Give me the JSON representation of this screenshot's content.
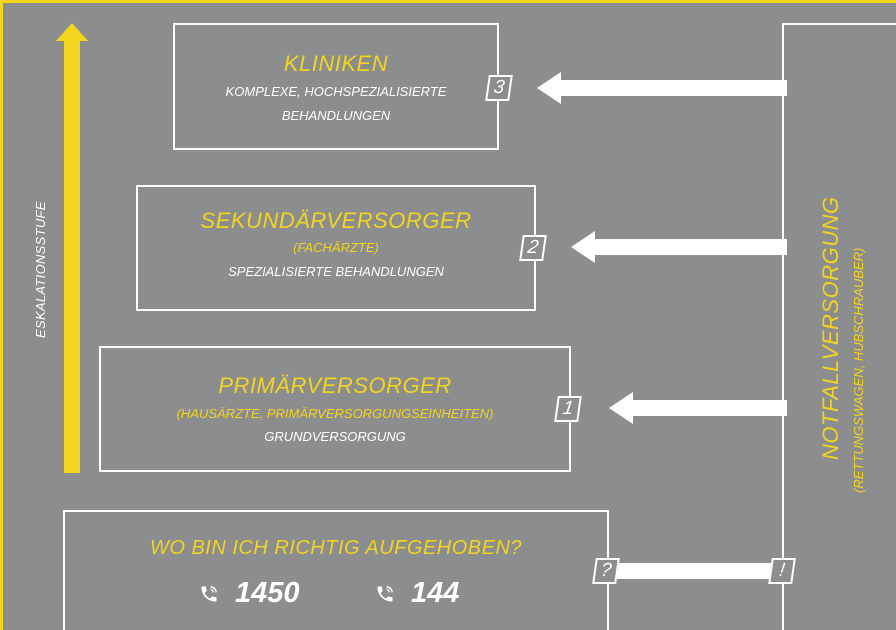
{
  "colors": {
    "background": "#8b8d8e",
    "accent": "#f3d51c",
    "line": "#ffffff"
  },
  "escalation_label": "ESKALATIONSSTUFE",
  "levels": [
    {
      "number": "3",
      "title": "KLINIKEN",
      "subtitle": "",
      "desc_line1": "KOMPLEXE, HOCHSPEZIALISIERTE",
      "desc_line2": "BEHANDLUNGEN"
    },
    {
      "number": "2",
      "title": "SEKUNDÄRVERSORGER",
      "subtitle": "(FACHÄRZTE)",
      "desc_line1": "SPEZIALISIERTE BEHANDLUNGEN",
      "desc_line2": ""
    },
    {
      "number": "1",
      "title": "PRIMÄRVERSORGER",
      "subtitle": "(HAUSÄRZTE, PRIMÄRVERSORGUNGSEINHEITEN)",
      "desc_line1": "GRUNDVERSORGUNG",
      "desc_line2": ""
    }
  ],
  "emergency": {
    "title": "NOTFALLVERSORGUNG",
    "subtitle": "(RETTUNGSWAGEN, HUBSCHRAUBER)",
    "badge": "!"
  },
  "help": {
    "question": "WO BIN ICH RICHTIG AUFGEHOBEN?",
    "badge": "?",
    "phones": [
      {
        "icon": "phone-icon",
        "number": "1450"
      },
      {
        "icon": "phone-icon",
        "number": "144"
      }
    ]
  }
}
